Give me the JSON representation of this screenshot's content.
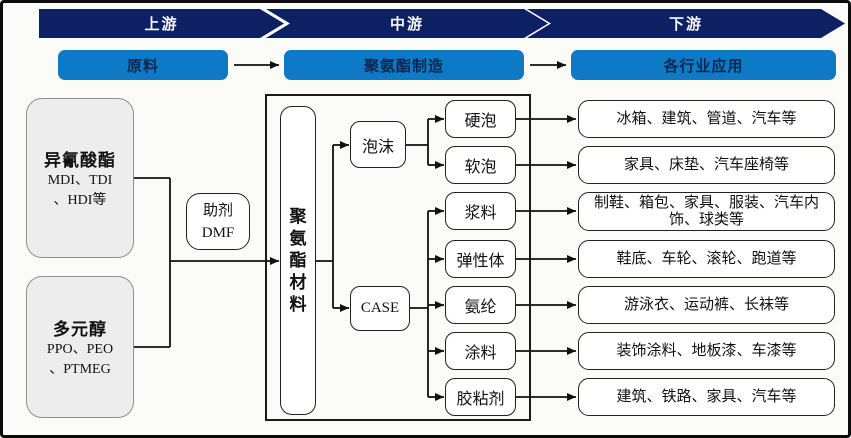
{
  "banners": [
    {
      "label": "上游"
    },
    {
      "label": "中游"
    },
    {
      "label": "下游"
    }
  ],
  "stages": [
    {
      "label": "原料"
    },
    {
      "label": "聚氨酯制造"
    },
    {
      "label": "各行业应用"
    }
  ],
  "raw_materials": [
    {
      "title": "异氰酸酯",
      "sub1": "MDI、TDI",
      "sub2": "、HDI等"
    },
    {
      "title": "多元醇",
      "sub1": "PPO、PEO",
      "sub2": "、PTMEG"
    }
  ],
  "additive": {
    "name": "助剂",
    "code": "DMF"
  },
  "core_material": {
    "label": "聚氨酯材料"
  },
  "categories": [
    {
      "label": "泡沫"
    },
    {
      "label": "CASE"
    }
  ],
  "products": [
    {
      "label": "硬泡"
    },
    {
      "label": "软泡"
    },
    {
      "label": "浆料"
    },
    {
      "label": "弹性体"
    },
    {
      "label": "氨纶"
    },
    {
      "label": "涂料"
    },
    {
      "label": "胶粘剂"
    }
  ],
  "applications": [
    {
      "label": "冰箱、建筑、管道、汽车等"
    },
    {
      "label": "家具、床垫、汽车座椅等"
    },
    {
      "label": "制鞋、箱包、家具、服装、汽车内饰、球类等"
    },
    {
      "label": "鞋底、车轮、滚轮、跑道等"
    },
    {
      "label": "游泳衣、运动裤、长袜等"
    },
    {
      "label": "装饰涂料、地板漆、车漆等"
    },
    {
      "label": "建筑、铁路、家具、汽车等"
    }
  ],
  "colors": {
    "banner_navy": "#0d2064",
    "stage_blue": "#0e79c5",
    "stage_text": "#0b2950",
    "line_black": "#111111",
    "gray_fill": "#ededed"
  }
}
